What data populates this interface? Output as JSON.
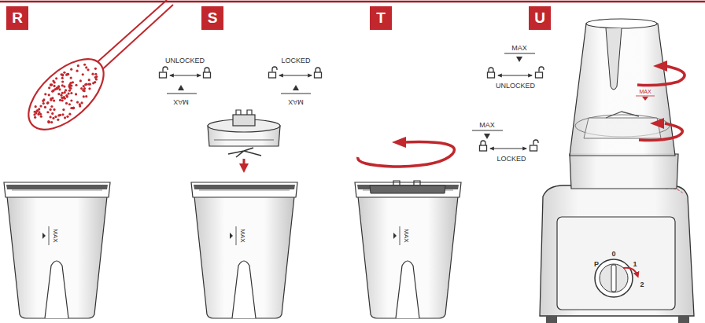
{
  "diagram": {
    "nodes": [
      {
        "text": [
          "R"
        ]
      },
      {
        "text": [
          "S"
        ]
      },
      {
        "text": [
          "T"
        ]
      },
      {
        "text": [
          "U"
        ]
      }
    ],
    "labels": [
      "UNLOCKED",
      "MAX",
      "LOCKED",
      "MAX",
      "MAX",
      "MAX",
      "MAX",
      "MAX",
      "UNLOCKED",
      "MAX",
      "LOCKED",
      "MAX",
      "P",
      "0",
      "1",
      "2"
    ]
  }
}
